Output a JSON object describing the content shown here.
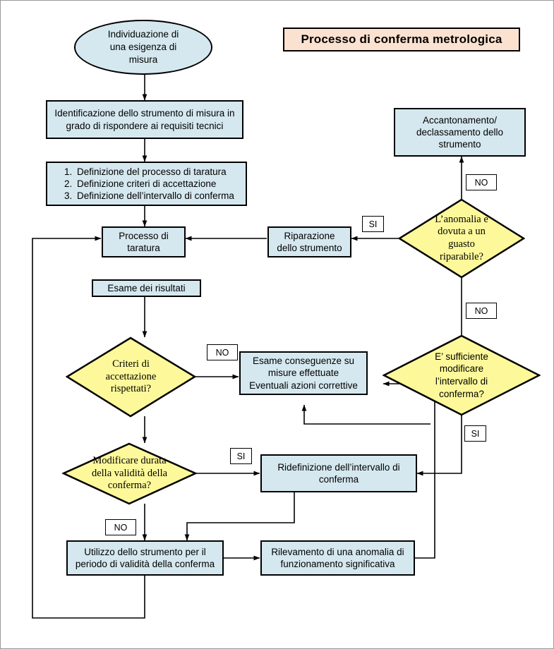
{
  "diagram": {
    "title": "Processo di conferma metrologica",
    "colors": {
      "process_fill": "#d5e8ef",
      "decision_fill": "#fdf99a",
      "title_fill": "#fbe2d0",
      "stroke": "#000000",
      "page_background": "#ffffff"
    }
  },
  "nodes": {
    "start": {
      "type": "terminator",
      "lines": [
        "Individuazione di",
        "una esigenza di",
        "misura"
      ]
    },
    "identificazione": {
      "type": "process",
      "lines": [
        "Identificazione dello strumento di misura in",
        "grado di rispondere ai requisiti tecnici"
      ]
    },
    "definizioni": {
      "type": "process",
      "items": [
        {
          "n": "1.",
          "text": "Definizione del processo di taratura"
        },
        {
          "n": "2.",
          "text": "Definizione criteri di accettazione"
        },
        {
          "n": "3.",
          "text": "Definizione dell’intervallo di conferma"
        }
      ]
    },
    "processo_taratura": {
      "type": "process",
      "lines": [
        "Processo di",
        "taratura"
      ]
    },
    "esame_risultati": {
      "type": "process",
      "lines": [
        "Esame dei risultati"
      ]
    },
    "riparazione": {
      "type": "process",
      "lines": [
        "Riparazione",
        "dello strumento"
      ]
    },
    "accantonamento": {
      "type": "process",
      "lines": [
        "Accantonamento/",
        "declassamento dello",
        "strumento"
      ]
    },
    "esame_conseguenze": {
      "type": "process",
      "lines": [
        "Esame conseguenze su",
        "misure effettuate",
        "Eventuali azioni correttive"
      ]
    },
    "ridefinizione": {
      "type": "process",
      "lines": [
        "Ridefinizione dell’intervallo di",
        "conferma"
      ]
    },
    "utilizzo": {
      "type": "process",
      "lines": [
        "Utilizzo dello strumento per il",
        "periodo di validità della conferma"
      ]
    },
    "rilevamento": {
      "type": "process",
      "lines": [
        "Rilevamento di una anomalia di",
        "funzionamento significativa"
      ]
    },
    "anomalia_guasto": {
      "type": "decision",
      "lines": [
        "L’anomalia è",
        "dovuta a un",
        "guasto",
        "riparabile?"
      ]
    },
    "sufficiente_modificare": {
      "type": "decision",
      "lines": [
        "E’ sufficiente",
        "modificare",
        "l’intervallo di",
        "conferma?"
      ]
    },
    "criteri_accettazione": {
      "type": "decision",
      "lines": [
        "Criteri di",
        "accettazione",
        "rispettati?"
      ]
    },
    "modificare_durata": {
      "type": "decision",
      "lines": [
        "Modificare durata",
        "della validità della",
        "conferma?"
      ]
    }
  },
  "branch_labels": {
    "anomalia_no": "NO",
    "anomalia_si": "SI",
    "sufficiente_no": "NO",
    "sufficiente_si": "SI",
    "criteri_no": "NO",
    "modificare_si": "SI",
    "modificare_no": "NO"
  }
}
